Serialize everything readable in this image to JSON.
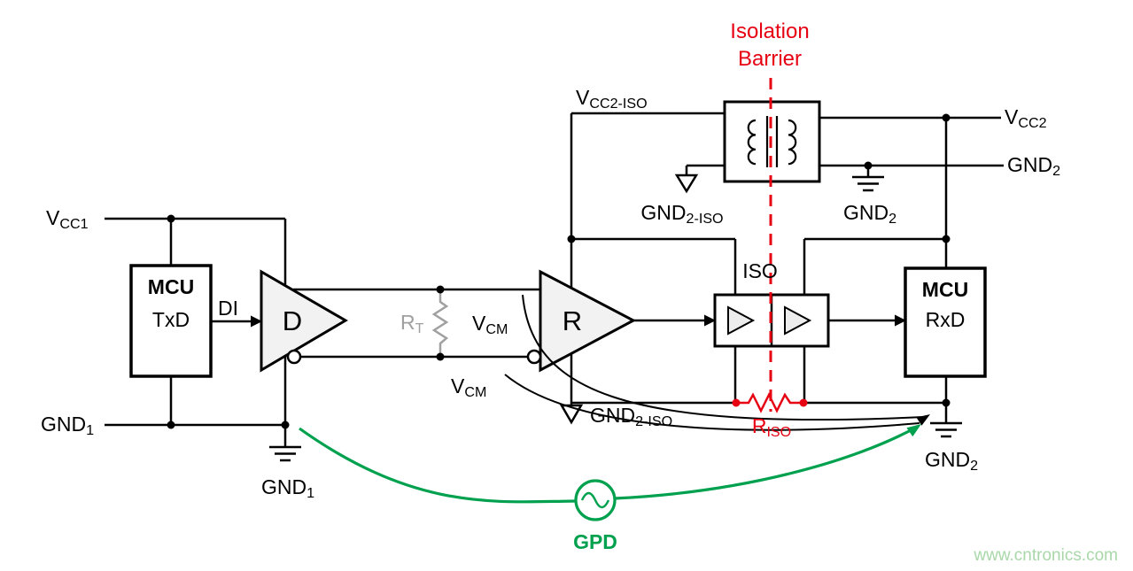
{
  "colors": {
    "wire": "#000000",
    "red": "#e60012",
    "green": "#00a14e",
    "gray": "#a0a0a0",
    "triangle_fill": "#f2f2f2",
    "watermark": "#a9d7a9"
  },
  "labels": {
    "vcc1": {
      "main": "V",
      "sub": "CC1"
    },
    "gnd1_rail": {
      "main": "GND",
      "sub": "1"
    },
    "gnd1_symbol": {
      "main": "GND",
      "sub": "1"
    },
    "mcu_left": {
      "title": "MCU",
      "pin": "TxD"
    },
    "di": "DI",
    "driver": "D",
    "rt": {
      "main": "R",
      "sub": "T"
    },
    "vcm_upper": {
      "main": "V",
      "sub": "CM"
    },
    "vcm_lower": {
      "main": "V",
      "sub": "CM"
    },
    "receiver": "R",
    "vcc2_iso": {
      "main": "V",
      "sub": "CC2-ISO"
    },
    "gnd2_iso_supply": {
      "main": "GND",
      "sub": "2-ISO"
    },
    "gnd2_supply": {
      "main": "GND",
      "sub": "2"
    },
    "vcc2": {
      "main": "V",
      "sub": "CC2"
    },
    "gnd2_rail": {
      "main": "GND",
      "sub": "2"
    },
    "isolation_barrier_line1": "Isolation",
    "isolation_barrier_line2": "Barrier",
    "iso": "ISO",
    "gnd2_iso_bottom": {
      "main": "GND",
      "sub": "2-ISO"
    },
    "riso": {
      "main": "R",
      "sub": "ISO"
    },
    "mcu_right": {
      "title": "MCU",
      "pin": "RxD"
    },
    "gnd2_bottom": {
      "main": "GND",
      "sub": "2"
    },
    "gpd": "GPD",
    "watermark": "www.cntronics.com"
  }
}
